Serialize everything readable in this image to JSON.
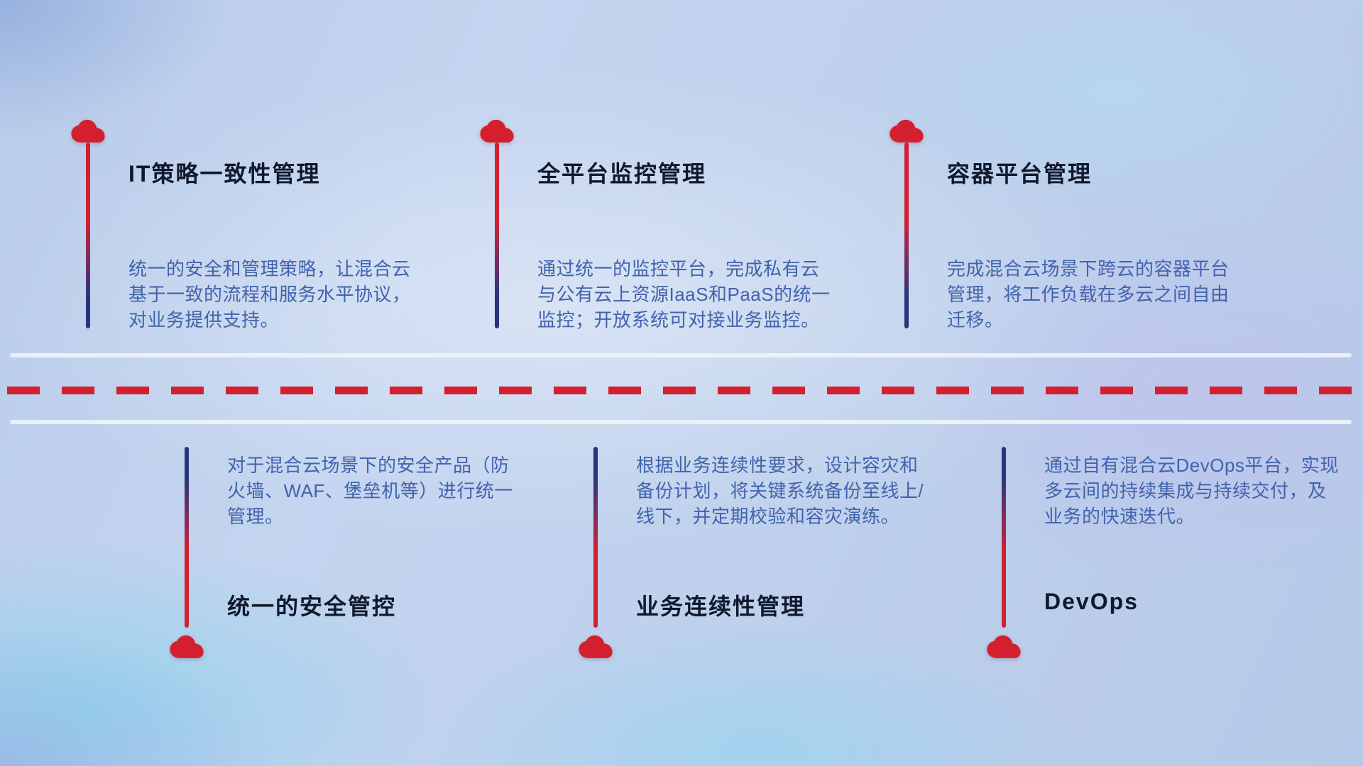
{
  "diagram": {
    "top_items": [
      {
        "title": "IT策略一致性管理",
        "description": "统一的安全和管理策略，让混合云基于一致的流程和服务水平协议，对业务提供支持。"
      },
      {
        "title": "全平台监控管理",
        "description": "通过统一的监控平台，完成私有云与公有云上资源IaaS和PaaS的统一监控；开放系统可对接业务监控。"
      },
      {
        "title": "容器平台管理",
        "description": "完成混合云场景下跨云的容器平台管理，将工作负载在多云之间自由迁移。"
      }
    ],
    "bottom_items": [
      {
        "title": "统一的安全管控",
        "description": "对于混合云场景下的安全产品（防火墙、WAF、堡垒机等）进行统一管理。"
      },
      {
        "title": "业务连续性管理",
        "description": "根据业务连续性要求，设计容灾和备份计划，将关键系统备份至线上/线下，并定期校验和容灾演练。"
      },
      {
        "title": "DevOps",
        "description": "通过自有混合云DevOps平台，实现多云间的持续集成与持续交付，及业务的快速迭代。"
      }
    ]
  },
  "icons": {
    "cloud": "cloud-icon"
  },
  "colors": {
    "accent_red": "#d41f2f",
    "line_blue": "#27357d",
    "title_text": "#10182b",
    "description_text": "#4263ac",
    "road_line": "#eef3fa"
  }
}
